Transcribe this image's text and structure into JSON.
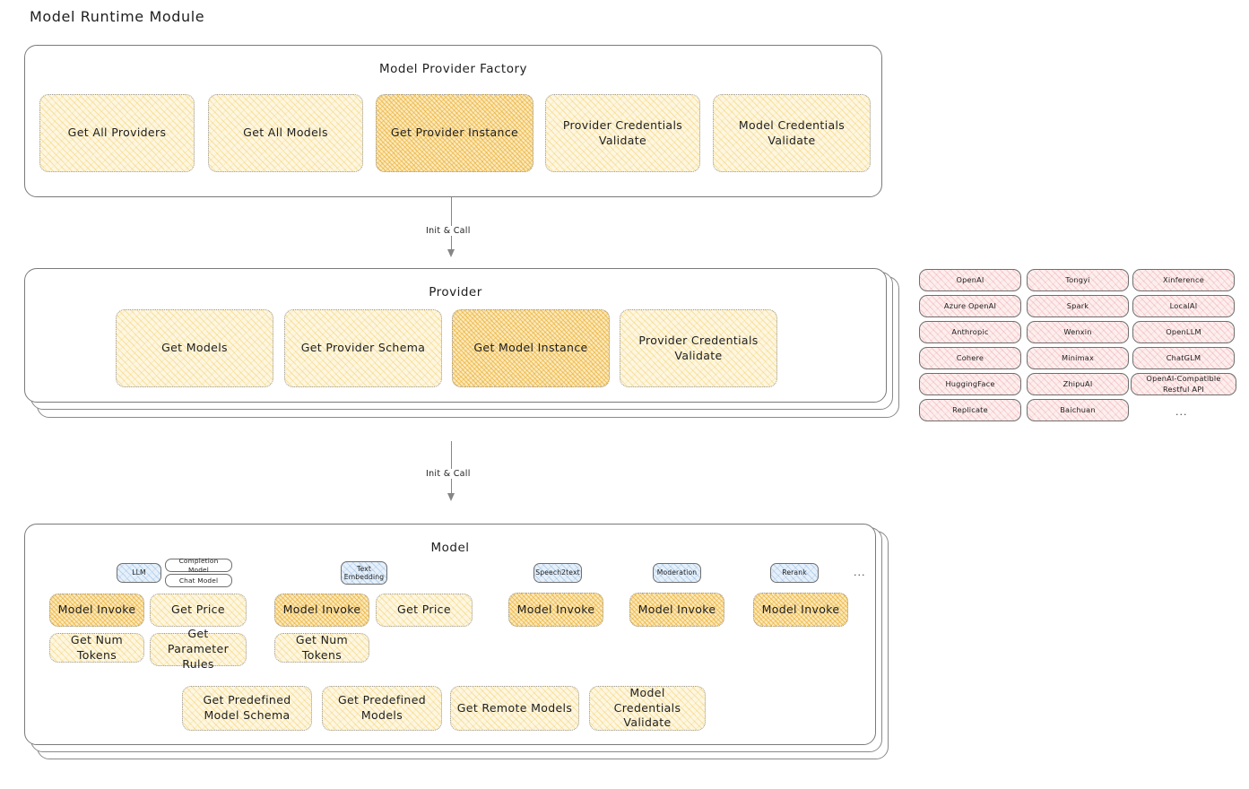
{
  "page": {
    "title": "Model Runtime Module"
  },
  "factory": {
    "title": "Model Provider Factory",
    "nodes": [
      {
        "label": "Get All Providers",
        "highlight": false
      },
      {
        "label": "Get All Models",
        "highlight": false
      },
      {
        "label": "Get Provider Instance",
        "highlight": true
      },
      {
        "label": "Provider Credentials Validate",
        "highlight": false
      },
      {
        "label": "Model Credentials Validate",
        "highlight": false
      }
    ]
  },
  "connectors": [
    {
      "label": "Init & Call"
    },
    {
      "label": "Init & Call"
    }
  ],
  "provider": {
    "title": "Provider",
    "nodes": [
      {
        "label": "Get Models",
        "highlight": false
      },
      {
        "label": "Get Provider Schema",
        "highlight": false
      },
      {
        "label": "Get Model Instance",
        "highlight": true
      },
      {
        "label": "Provider Credentials Validate",
        "highlight": false
      }
    ]
  },
  "provider_list": {
    "ellipsis": "...",
    "columns": [
      {
        "items": [
          "OpenAI",
          "Azure OpenAI",
          "Anthropic",
          "Cohere",
          "HuggingFace",
          "Replicate"
        ]
      },
      {
        "items": [
          "Tongyi",
          "Spark",
          "Wenxin",
          "Minimax",
          "ZhipuAI",
          "Baichuan"
        ]
      },
      {
        "items": [
          "Xinference",
          "LocalAI",
          "OpenLLM",
          "ChatGLM",
          "OpenAI-Compatible Restful API"
        ]
      }
    ]
  },
  "model": {
    "title": "Model",
    "ellipsis": "...",
    "types": [
      {
        "badge": "LLM",
        "sub_badges": [
          "Completion Model",
          "Chat Model"
        ],
        "methods": [
          {
            "label": "Model Invoke",
            "highlight": true
          },
          {
            "label": "Get Price",
            "highlight": false
          },
          {
            "label": "Get Num Tokens",
            "highlight": false
          },
          {
            "label": "Get Parameter Rules",
            "highlight": false
          }
        ]
      },
      {
        "badge": "Text Embedding",
        "sub_badges": [],
        "methods": [
          {
            "label": "Model Invoke",
            "highlight": true
          },
          {
            "label": "Get Price",
            "highlight": false
          },
          {
            "label": "Get Num Tokens",
            "highlight": false
          }
        ]
      },
      {
        "badge": "Speech2text",
        "sub_badges": [],
        "methods": [
          {
            "label": "Model Invoke",
            "highlight": true
          }
        ]
      },
      {
        "badge": "Moderation",
        "sub_badges": [],
        "methods": [
          {
            "label": "Model Invoke",
            "highlight": true
          }
        ]
      },
      {
        "badge": "Rerank",
        "sub_badges": [],
        "methods": [
          {
            "label": "Model Invoke",
            "highlight": true
          }
        ]
      }
    ],
    "shared_methods": [
      {
        "label": "Get Predefined Model Schema"
      },
      {
        "label": "Get Predefined Models"
      },
      {
        "label": "Get Remote Models"
      },
      {
        "label": "Model Credentials Validate"
      }
    ]
  },
  "colors": {
    "node_light": "#fdf6e0",
    "node_highlight": "#fbe9bd",
    "provider_chip": "#fdeeee",
    "type_badge": "#e6f0fa",
    "stroke": "#7a7a7a"
  }
}
